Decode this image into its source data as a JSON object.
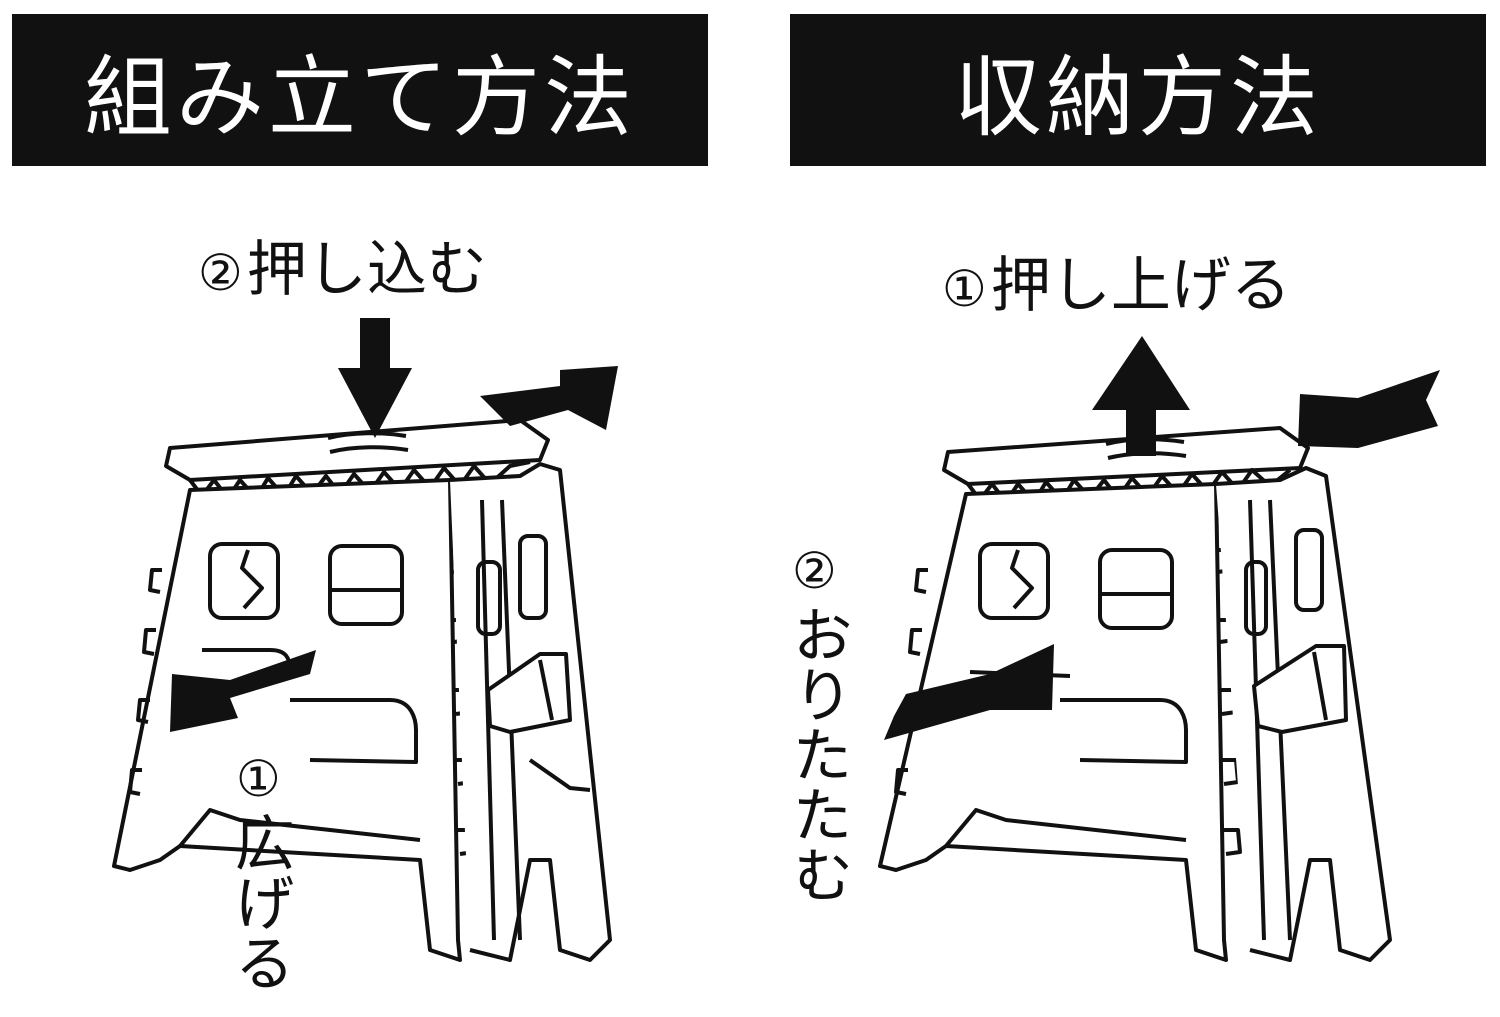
{
  "assembly": {
    "title": "組み立て方法",
    "step1": {
      "number": "①",
      "label": "広げる"
    },
    "step2": {
      "number": "②",
      "label": "押し込む"
    }
  },
  "storage": {
    "title": "収納方法",
    "step1": {
      "number": "①",
      "label": "押し上げる"
    },
    "step2": {
      "number": "②",
      "label": "おりたたむ"
    }
  },
  "colors": {
    "header_bg": "#111111",
    "header_text": "#ffffff",
    "ink": "#111111"
  }
}
